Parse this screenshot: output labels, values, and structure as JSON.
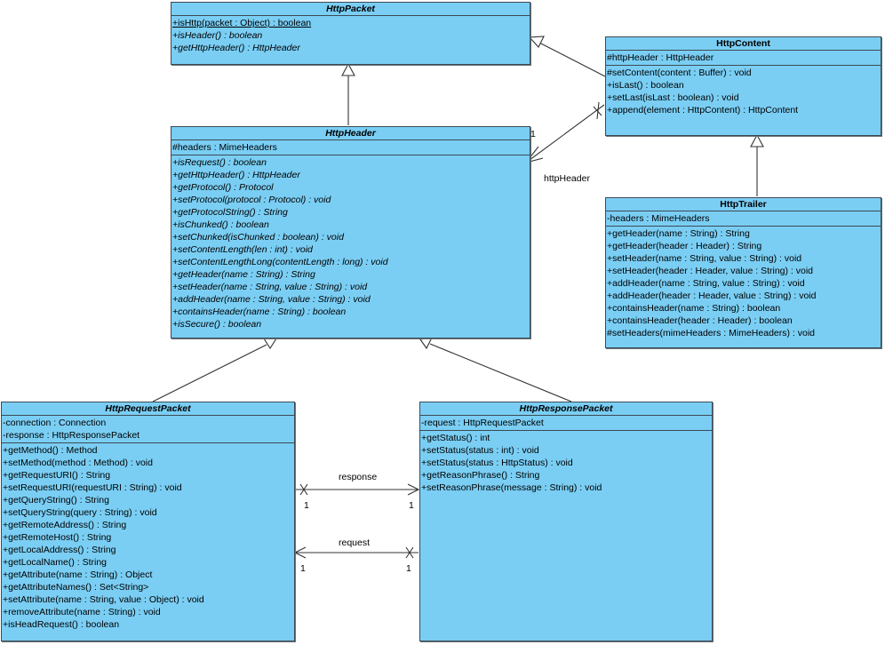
{
  "diagram": {
    "type": "UML class diagram",
    "colors": {
      "class_fill": "#7acef4",
      "class_border": "#3c4a53",
      "line": "#333333"
    },
    "classes": {
      "http_packet": {
        "name": "HttpPacket",
        "abstract": true,
        "attributes": [],
        "operations": [
          {
            "text": "+isHttp(packet : Object) : boolean",
            "static": true
          },
          {
            "text": "+isHeader() : boolean",
            "abstract": true
          },
          {
            "text": "+getHttpHeader() : HttpHeader",
            "abstract": true
          }
        ]
      },
      "http_content": {
        "name": "HttpContent",
        "abstract": false,
        "attributes": [
          {
            "text": "#httpHeader : HttpHeader"
          }
        ],
        "operations": [
          {
            "text": "#setContent(content : Buffer) : void"
          },
          {
            "text": "+isLast() : boolean"
          },
          {
            "text": "+setLast(isLast : boolean) : void"
          },
          {
            "text": "+append(element : HttpContent) : HttpContent"
          }
        ]
      },
      "http_header": {
        "name": "HttpHeader",
        "abstract": true,
        "attributes": [
          {
            "text": "#headers : MimeHeaders"
          }
        ],
        "operations": [
          {
            "text": "+isRequest() : boolean",
            "abstract": true
          },
          {
            "text": "+getHttpHeader() : HttpHeader",
            "abstract": true
          },
          {
            "text": "+getProtocol() : Protocol",
            "abstract": true
          },
          {
            "text": "+setProtocol(protocol : Protocol) : void",
            "abstract": true
          },
          {
            "text": "+getProtocolString() : String",
            "abstract": true
          },
          {
            "text": "+isChunked() : boolean",
            "abstract": true
          },
          {
            "text": "+setChunked(isChunked : boolean) : void",
            "abstract": true
          },
          {
            "text": "+setContentLength(len : int) : void",
            "abstract": true
          },
          {
            "text": "+setContentLengthLong(contentLength : long) : void",
            "abstract": true
          },
          {
            "text": "+getHeader(name : String) : String",
            "abstract": true
          },
          {
            "text": "+setHeader(name : String, value : String) : void",
            "abstract": true
          },
          {
            "text": "+addHeader(name : String, value : String) : void",
            "abstract": true
          },
          {
            "text": "+containsHeader(name : String) : boolean",
            "abstract": true
          },
          {
            "text": "+isSecure() : boolean",
            "abstract": true
          }
        ]
      },
      "http_trailer": {
        "name": "HttpTrailer",
        "abstract": false,
        "attributes": [
          {
            "text": "-headers : MimeHeaders"
          }
        ],
        "operations": [
          {
            "text": "+getHeader(name : String) : String"
          },
          {
            "text": "+getHeader(header : Header) : String"
          },
          {
            "text": "+setHeader(name : String, value : String) : void"
          },
          {
            "text": "+setHeader(header : Header, value : String) : void"
          },
          {
            "text": "+addHeader(name : String, value : String) : void"
          },
          {
            "text": "+addHeader(header : Header, value : String) : void"
          },
          {
            "text": "+containsHeader(name : String) : boolean"
          },
          {
            "text": "+containsHeader(header : Header) : boolean"
          },
          {
            "text": "#setHeaders(mimeHeaders : MimeHeaders) : void"
          }
        ]
      },
      "http_request_packet": {
        "name": "HttpRequestPacket",
        "abstract": true,
        "attributes": [
          {
            "text": "-connection : Connection"
          },
          {
            "text": "-response : HttpResponsePacket"
          }
        ],
        "operations": [
          {
            "text": "+getMethod() : Method"
          },
          {
            "text": "+setMethod(method : Method) : void"
          },
          {
            "text": "+getRequestURI() : String"
          },
          {
            "text": "+setRequestURI(requestURI : String) : void"
          },
          {
            "text": "+getQueryString() : String"
          },
          {
            "text": "+setQueryString(query : String) : void"
          },
          {
            "text": "+getRemoteAddress() : String"
          },
          {
            "text": "+getRemoteHost() : String"
          },
          {
            "text": "+getLocalAddress() : String"
          },
          {
            "text": "+getLocalName() : String"
          },
          {
            "text": "+getAttribute(name : String) : Object"
          },
          {
            "text": "+getAttributeNames() : Set<String>"
          },
          {
            "text": "+setAttribute(name : String, value : Object) : void"
          },
          {
            "text": "+removeAttribute(name : String) : void"
          },
          {
            "text": "+isHeadRequest() : boolean"
          }
        ]
      },
      "http_response_packet": {
        "name": "HttpResponsePacket",
        "abstract": true,
        "attributes": [
          {
            "text": "-request : HttpRequestPacket"
          }
        ],
        "operations": [
          {
            "text": "+getStatus() : int"
          },
          {
            "text": "+setStatus(status : int) : void"
          },
          {
            "text": "+setStatus(status : HttpStatus) : void"
          },
          {
            "text": "+getReasonPhrase() : String"
          },
          {
            "text": "+setReasonPhrase(message : String) : void"
          }
        ]
      }
    },
    "relationships": [
      {
        "type": "generalization",
        "from": "HttpHeader",
        "to": "HttpPacket"
      },
      {
        "type": "generalization",
        "from": "HttpContent",
        "to": "HttpPacket"
      },
      {
        "type": "generalization",
        "from": "HttpTrailer",
        "to": "HttpContent"
      },
      {
        "type": "generalization",
        "from": "HttpRequestPacket",
        "to": "HttpHeader"
      },
      {
        "type": "generalization",
        "from": "HttpResponsePacket",
        "to": "HttpHeader"
      },
      {
        "type": "association",
        "from": "HttpContent",
        "to": "HttpHeader",
        "role": "httpHeader",
        "multiplicity_to": "1"
      },
      {
        "type": "association",
        "from": "HttpRequestPacket",
        "to": "HttpResponsePacket",
        "role": "response",
        "multiplicity_from": "1",
        "multiplicity_to": "1"
      },
      {
        "type": "association",
        "from": "HttpResponsePacket",
        "to": "HttpRequestPacket",
        "role": "request",
        "multiplicity_from": "1",
        "multiplicity_to": "1"
      }
    ],
    "labels": {
      "http_header_role": "httpHeader",
      "http_header_mult": "1",
      "response_role": "response",
      "response_mult_from": "1",
      "response_mult_to": "1",
      "request_role": "request",
      "request_mult_from": "1",
      "request_mult_to": "1"
    }
  }
}
